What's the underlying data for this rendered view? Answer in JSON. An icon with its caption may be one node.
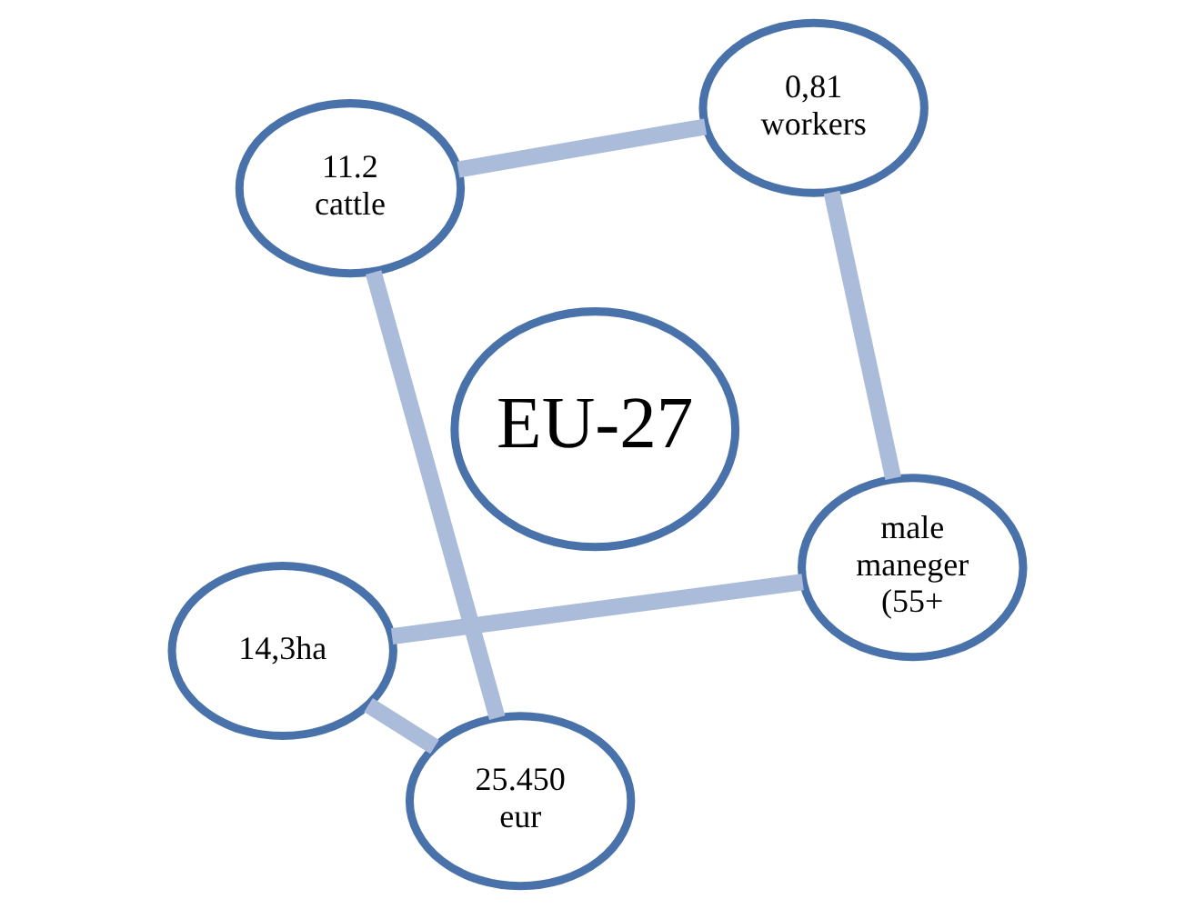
{
  "diagram": {
    "nodes": [
      {
        "text": [
          "14,3ha"
        ]
      },
      {
        "text": [
          "male maneger (55+"
        ]
      },
      {
        "text": [
          "25.450 eur"
        ]
      },
      {
        "text": [
          "EU-27"
        ]
      },
      {
        "text": [
          "0,81 workers"
        ]
      },
      {
        "text": [
          "11.2 cattle"
        ]
      }
    ],
    "edges": [
      {
        "from": 0,
        "to": 2,
        "arrow": "none"
      },
      {
        "from": 2,
        "to": 5,
        "arrow": "none"
      },
      {
        "from": 5,
        "to": 4,
        "arrow": "none"
      },
      {
        "from": 4,
        "to": 1,
        "arrow": "none"
      },
      {
        "from": 1,
        "to": 0,
        "arrow": "none"
      }
    ]
  }
}
